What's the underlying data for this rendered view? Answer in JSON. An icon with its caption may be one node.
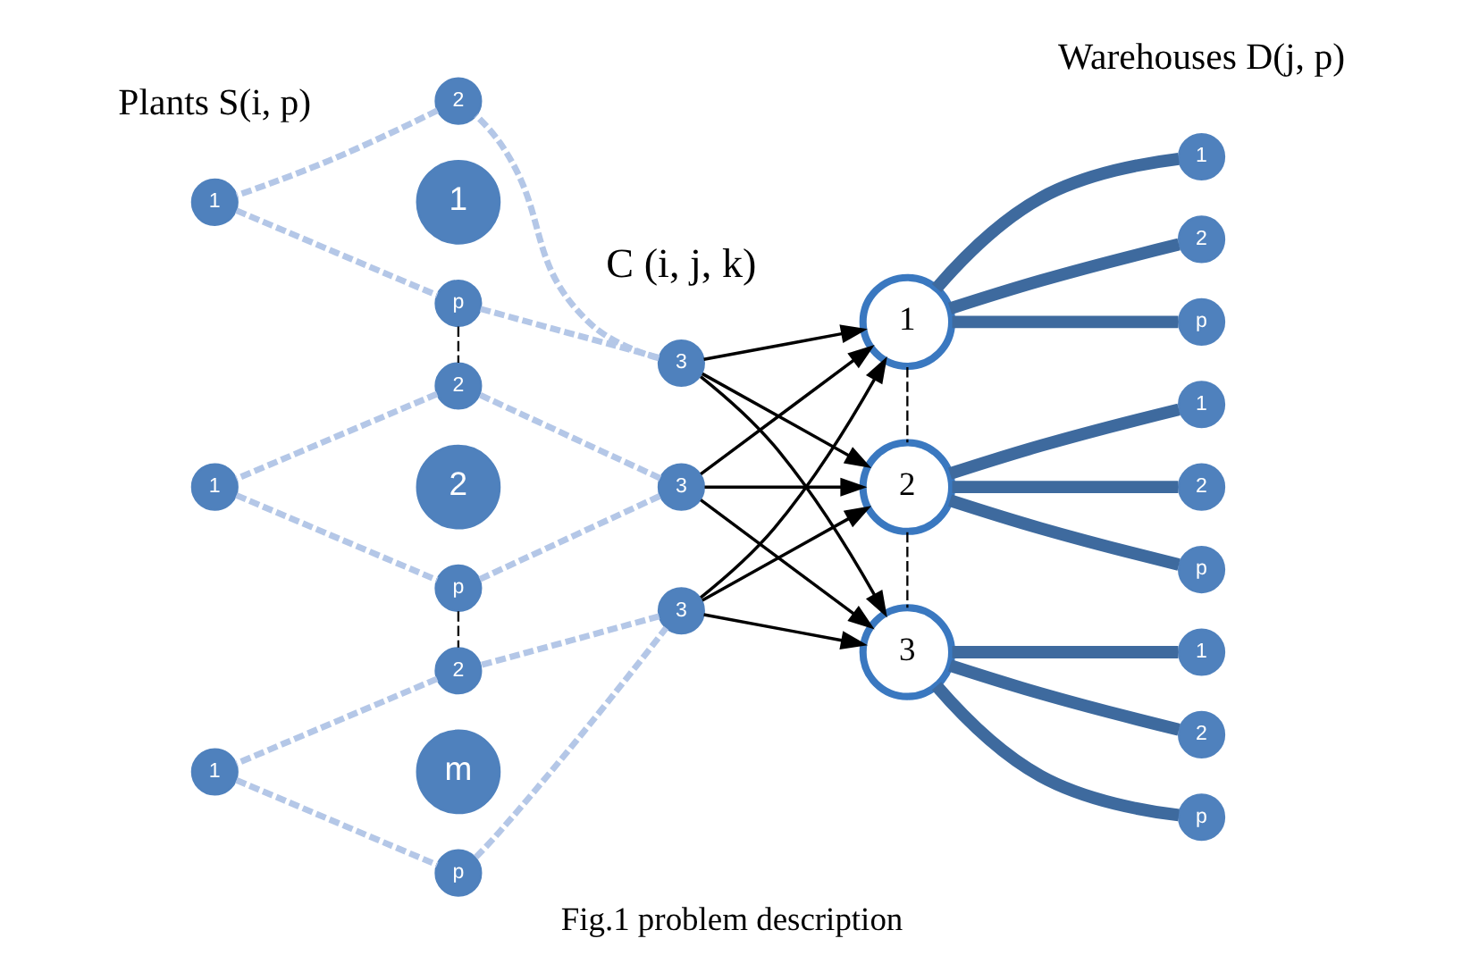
{
  "diagram": {
    "caption": "Fig.1 problem description",
    "nodes": [
      {
        "text": [
          "2"
        ]
      },
      {
        "text": [
          "1"
        ]
      },
      {
        "text": [
          "1"
        ]
      },
      {
        "text": [
          "3"
        ]
      },
      {
        "text": [
          "p"
        ]
      },
      {
        "text": [
          "2"
        ]
      },
      {
        "text": [
          "1"
        ]
      },
      {
        "text": [
          "2"
        ]
      },
      {
        "text": [
          "3"
        ]
      },
      {
        "text": [
          "p"
        ]
      },
      {
        "text": [
          "2"
        ]
      },
      {
        "text": [
          "1"
        ]
      },
      {
        "text": [
          "m"
        ]
      },
      {
        "text": [
          "3"
        ]
      },
      {
        "text": [
          "p"
        ]
      },
      {
        "text": [
          "1"
        ]
      },
      {
        "text": [
          "1"
        ]
      },
      {
        "text": [
          "2"
        ]
      },
      {
        "text": [
          "p"
        ]
      },
      {
        "text": [
          "2"
        ]
      },
      {
        "text": [
          "1"
        ]
      },
      {
        "text": [
          "2"
        ]
      },
      {
        "text": [
          "p"
        ]
      },
      {
        "text": [
          "3"
        ]
      },
      {
        "text": [
          "1"
        ]
      },
      {
        "text": [
          "2"
        ]
      },
      {
        "text": [
          "p"
        ]
      }
    ],
    "edges": [
      {
        "from": 3,
        "to": 15,
        "arrow": "to"
      },
      {
        "from": 3,
        "to": 19,
        "arrow": "to"
      },
      {
        "from": 3,
        "to": 23,
        "arrow": "to"
      },
      {
        "from": 8,
        "to": 15,
        "arrow": "to"
      },
      {
        "from": 8,
        "to": 19,
        "arrow": "to"
      },
      {
        "from": 8,
        "to": 23,
        "arrow": "to"
      },
      {
        "from": 13,
        "to": 15,
        "arrow": "to"
      },
      {
        "from": 13,
        "to": 19,
        "arrow": "to"
      },
      {
        "from": 13,
        "to": 23,
        "arrow": "to"
      },
      {
        "from": 0,
        "to": 1,
        "arrow": "none",
        "style": "dashed",
        "color": "#b4c7e7"
      },
      {
        "from": 1,
        "to": 4,
        "arrow": "none",
        "style": "dashed",
        "color": "#b4c7e7"
      },
      {
        "from": 4,
        "to": 3,
        "arrow": "none",
        "style": "dashed",
        "color": "#b4c7e7"
      },
      {
        "from": 3,
        "to": 0,
        "arrow": "none",
        "style": "dashed",
        "color": "#b4c7e7"
      },
      {
        "from": 5,
        "to": 6,
        "arrow": "none",
        "style": "dashed",
        "color": "#b4c7e7"
      },
      {
        "from": 6,
        "to": 9,
        "arrow": "none",
        "style": "dashed",
        "color": "#b4c7e7"
      },
      {
        "from": 9,
        "to": 8,
        "arrow": "none",
        "style": "dashed",
        "color": "#b4c7e7"
      },
      {
        "from": 8,
        "to": 5,
        "arrow": "none",
        "style": "dashed",
        "color": "#b4c7e7"
      },
      {
        "from": 10,
        "to": 11,
        "arrow": "none",
        "style": "dashed",
        "color": "#b4c7e7"
      },
      {
        "from": 11,
        "to": 14,
        "arrow": "none",
        "style": "dashed",
        "color": "#b4c7e7"
      },
      {
        "from": 14,
        "to": 13,
        "arrow": "none",
        "style": "dashed",
        "color": "#b4c7e7"
      },
      {
        "from": 13,
        "to": 10,
        "arrow": "none",
        "style": "dashed",
        "color": "#b4c7e7"
      },
      {
        "from": 4,
        "to": 5,
        "arrow": "none",
        "style": "dashed"
      },
      {
        "from": 9,
        "to": 10,
        "arrow": "none",
        "style": "dashed"
      },
      {
        "from": 15,
        "to": 16,
        "arrow": "none",
        "style": "thick",
        "color": "#3e6a9e"
      },
      {
        "from": 15,
        "to": 17,
        "arrow": "none",
        "style": "thick",
        "color": "#3e6a9e"
      },
      {
        "from": 15,
        "to": 18,
        "arrow": "none",
        "style": "thick",
        "color": "#3e6a9e"
      },
      {
        "from": 19,
        "to": 20,
        "arrow": "none",
        "style": "thick",
        "color": "#3e6a9e"
      },
      {
        "from": 19,
        "to": 21,
        "arrow": "none",
        "style": "thick",
        "color": "#3e6a9e"
      },
      {
        "from": 19,
        "to": 22,
        "arrow": "none",
        "style": "thick",
        "color": "#3e6a9e"
      },
      {
        "from": 23,
        "to": 24,
        "arrow": "none",
        "style": "thick",
        "color": "#3e6a9e"
      },
      {
        "from": 23,
        "to": 25,
        "arrow": "none",
        "style": "thick",
        "color": "#3e6a9e"
      },
      {
        "from": 23,
        "to": 26,
        "arrow": "none",
        "style": "thick",
        "color": "#3e6a9e"
      },
      {
        "from": 15,
        "to": 19,
        "arrow": "none",
        "style": "dashed"
      },
      {
        "from": 19,
        "to": 23,
        "arrow": "none",
        "style": "dashed"
      }
    ],
    "labels": [
      "Plants S(i, p)",
      "Warehouses D(j, p)",
      "C (i, j, k)"
    ]
  }
}
